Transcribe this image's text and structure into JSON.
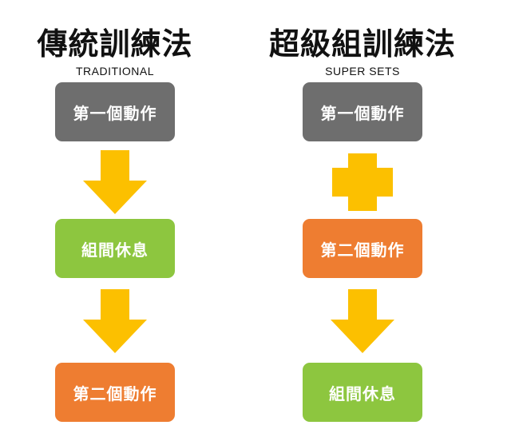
{
  "colors": {
    "gray": "#6e6e6e",
    "green": "#8dc63f",
    "orange": "#ee7d31",
    "yellow": "#fcc000"
  },
  "traditional": {
    "title": "傳統訓練法",
    "subtitle": "TRADITIONAL",
    "steps": [
      {
        "label": "第一個動作",
        "color": "gray"
      },
      {
        "label": "組間休息",
        "color": "green"
      },
      {
        "label": "第二個動作",
        "color": "orange"
      }
    ],
    "connectors": [
      "arrow-down-icon",
      "arrow-down-icon"
    ]
  },
  "supersets": {
    "title": "超級組訓練法",
    "subtitle": "SUPER SETS",
    "steps": [
      {
        "label": "第一個動作",
        "color": "gray"
      },
      {
        "label": "第二個動作",
        "color": "orange"
      },
      {
        "label": "組間休息",
        "color": "green"
      }
    ],
    "connectors": [
      "plus-icon",
      "arrow-down-icon"
    ]
  }
}
